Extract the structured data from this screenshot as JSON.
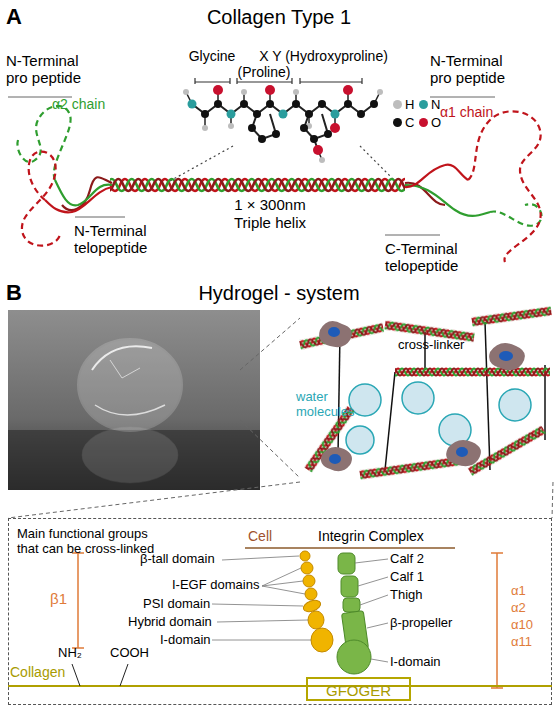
{
  "diagram": {
    "nodes": [
      {
        "text": [
          "Main functional groups that can be cross-linked"
        ]
      },
      {
        "text": [
          "GFOGER"
        ],
        "in": 0
      }
    ],
    "labels": [
      "A",
      "Collagen Type 1",
      "N-Terminal pro peptide",
      "Glycine",
      "X (Proline)",
      "Y (Hydroxyproline)",
      "N-Terminal pro peptide",
      "α2 chain",
      "α1 chain",
      "1 × 300nm",
      "Triple helix",
      "N-Terminal telopeptide",
      "C-Terminal telopeptide",
      "B",
      "Hydrogel - system",
      "cross-linker",
      "water molecules",
      "Cell",
      "Integrin Complex",
      "β-tall domain",
      "I-EGF domains",
      "PSI domain",
      "Hybrid domain",
      "I-domain",
      "β1",
      "Calf 2",
      "Calf 1",
      "Thigh",
      "β-propeller",
      "I-domain",
      "α1",
      "α2",
      "α10",
      "α11",
      "Collagen",
      "NH₂",
      "COOH"
    ],
    "legend": [
      {
        "text": "H",
        "color": "#bdbdbd"
      },
      {
        "text": "N",
        "color": "#2a9d9d"
      },
      {
        "text": "C",
        "color": "#111111"
      },
      {
        "text": "O",
        "color": "#c8102e"
      }
    ]
  }
}
